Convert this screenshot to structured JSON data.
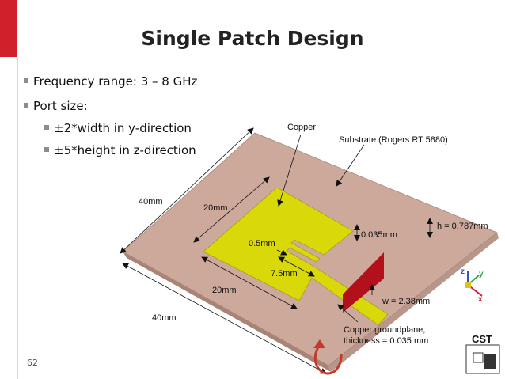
{
  "slide": {
    "title": "Single Patch Design",
    "page_number": "62",
    "bullets": [
      {
        "text": "Frequency range: 3 – 8 GHz",
        "level": 1
      },
      {
        "text": "Port size:",
        "level": 1
      },
      {
        "text": "±2*width in y-direction",
        "level": 2
      },
      {
        "text": "±5*height in z-direction",
        "level": 2
      }
    ]
  },
  "diagram": {
    "labels": {
      "copper": "Copper",
      "substrate": "Substrate (Rogers RT 5880)",
      "sub_width_top": "40mm",
      "patch_width": "20mm",
      "substrate_height": "h = 0.787mm",
      "copper_thickness": "0.035mm",
      "slot_width": "0.5mm",
      "inset_depth": "7.5mm",
      "patch_length": "20mm",
      "feed_width": "w = 2.38mm",
      "sub_length_bottom": "40mm",
      "ground_plane_line1": "Copper groundplane,",
      "ground_plane_line2": "thickness = 0.035 mm"
    },
    "colors": {
      "substrate": "#cda99c",
      "copper": "#d9d90a",
      "port": "#b2101a",
      "accent_red": "#d0202c",
      "arrow_red": "#c0392b"
    },
    "axes": {
      "x": "x",
      "y": "y",
      "z": "z"
    },
    "logo_text": "CST"
  }
}
